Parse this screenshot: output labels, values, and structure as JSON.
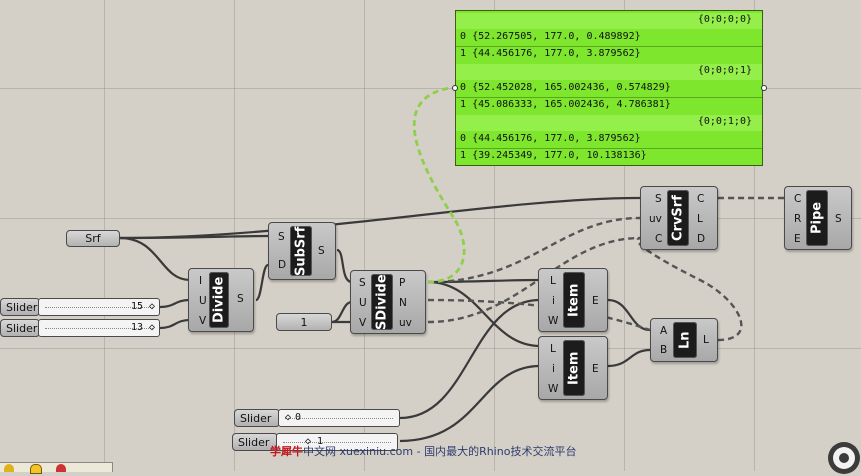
{
  "panel": {
    "branches": [
      {
        "path": "{0;0;0;0}",
        "items": [
          {
            "index": "0",
            "value": "{52.267505, 177.0, 0.489892}"
          },
          {
            "index": "1",
            "value": "{44.456176, 177.0, 3.879562}"
          }
        ]
      },
      {
        "path": "{0;0;0;1}",
        "items": [
          {
            "index": "0",
            "value": "{52.452028, 165.002436, 0.574829}"
          },
          {
            "index": "1",
            "value": "{45.086333, 165.002436, 4.786381}"
          }
        ]
      },
      {
        "path": "{0;0;1;0}",
        "items": [
          {
            "index": "0",
            "value": "{44.456176, 177.0, 3.879562}"
          },
          {
            "index": "1",
            "value": "{39.245349, 177.0, 10.138136}"
          }
        ]
      }
    ]
  },
  "params": {
    "srf": "Srf",
    "count": "1"
  },
  "sliders": [
    {
      "label": "Slider",
      "value": "15",
      "knob": "◇"
    },
    {
      "label": "Slider",
      "value": "13",
      "knob": "◇"
    },
    {
      "label": "Slider",
      "value": "0",
      "knob": "◇"
    },
    {
      "label": "Slider",
      "value": "1",
      "knob": "◇"
    }
  ],
  "components": {
    "divide": {
      "name": "Divide",
      "inputs": [
        "I",
        "U",
        "V"
      ],
      "outputs": [
        "S"
      ]
    },
    "subsrf": {
      "name": "SubSrf",
      "inputs": [
        "S",
        "D"
      ],
      "outputs": [
        "S"
      ]
    },
    "sdivide": {
      "name": "SDivide",
      "inputs": [
        "S",
        "U",
        "V"
      ],
      "outputs": [
        "P",
        "N",
        "uv"
      ]
    },
    "crvsrf": {
      "name": "CrvSrf",
      "inputs": [
        "S",
        "uv",
        "C"
      ],
      "outputs": [
        "C",
        "L",
        "D"
      ]
    },
    "pipe": {
      "name": "Pipe",
      "inputs": [
        "C",
        "R",
        "E"
      ],
      "outputs": [
        "S"
      ]
    },
    "item1": {
      "name": "Item",
      "inputs": [
        "L",
        "i",
        "W"
      ],
      "outputs": [
        "E"
      ]
    },
    "item2": {
      "name": "Item",
      "inputs": [
        "L",
        "i",
        "W"
      ],
      "outputs": [
        "E"
      ]
    },
    "ln": {
      "name": "Ln",
      "inputs": [
        "A",
        "B"
      ],
      "outputs": [
        "L"
      ]
    }
  },
  "watermark": {
    "brand": "学犀牛",
    "text": "中文网 xuexiniu.com  - 国内最大的Rhino技术交流平台"
  },
  "colors": {
    "canvas": "#d4d0c8",
    "panel_green": "#7ee62c",
    "wire": "#3a3a3a",
    "selected_wire": "#8fcf4a"
  }
}
